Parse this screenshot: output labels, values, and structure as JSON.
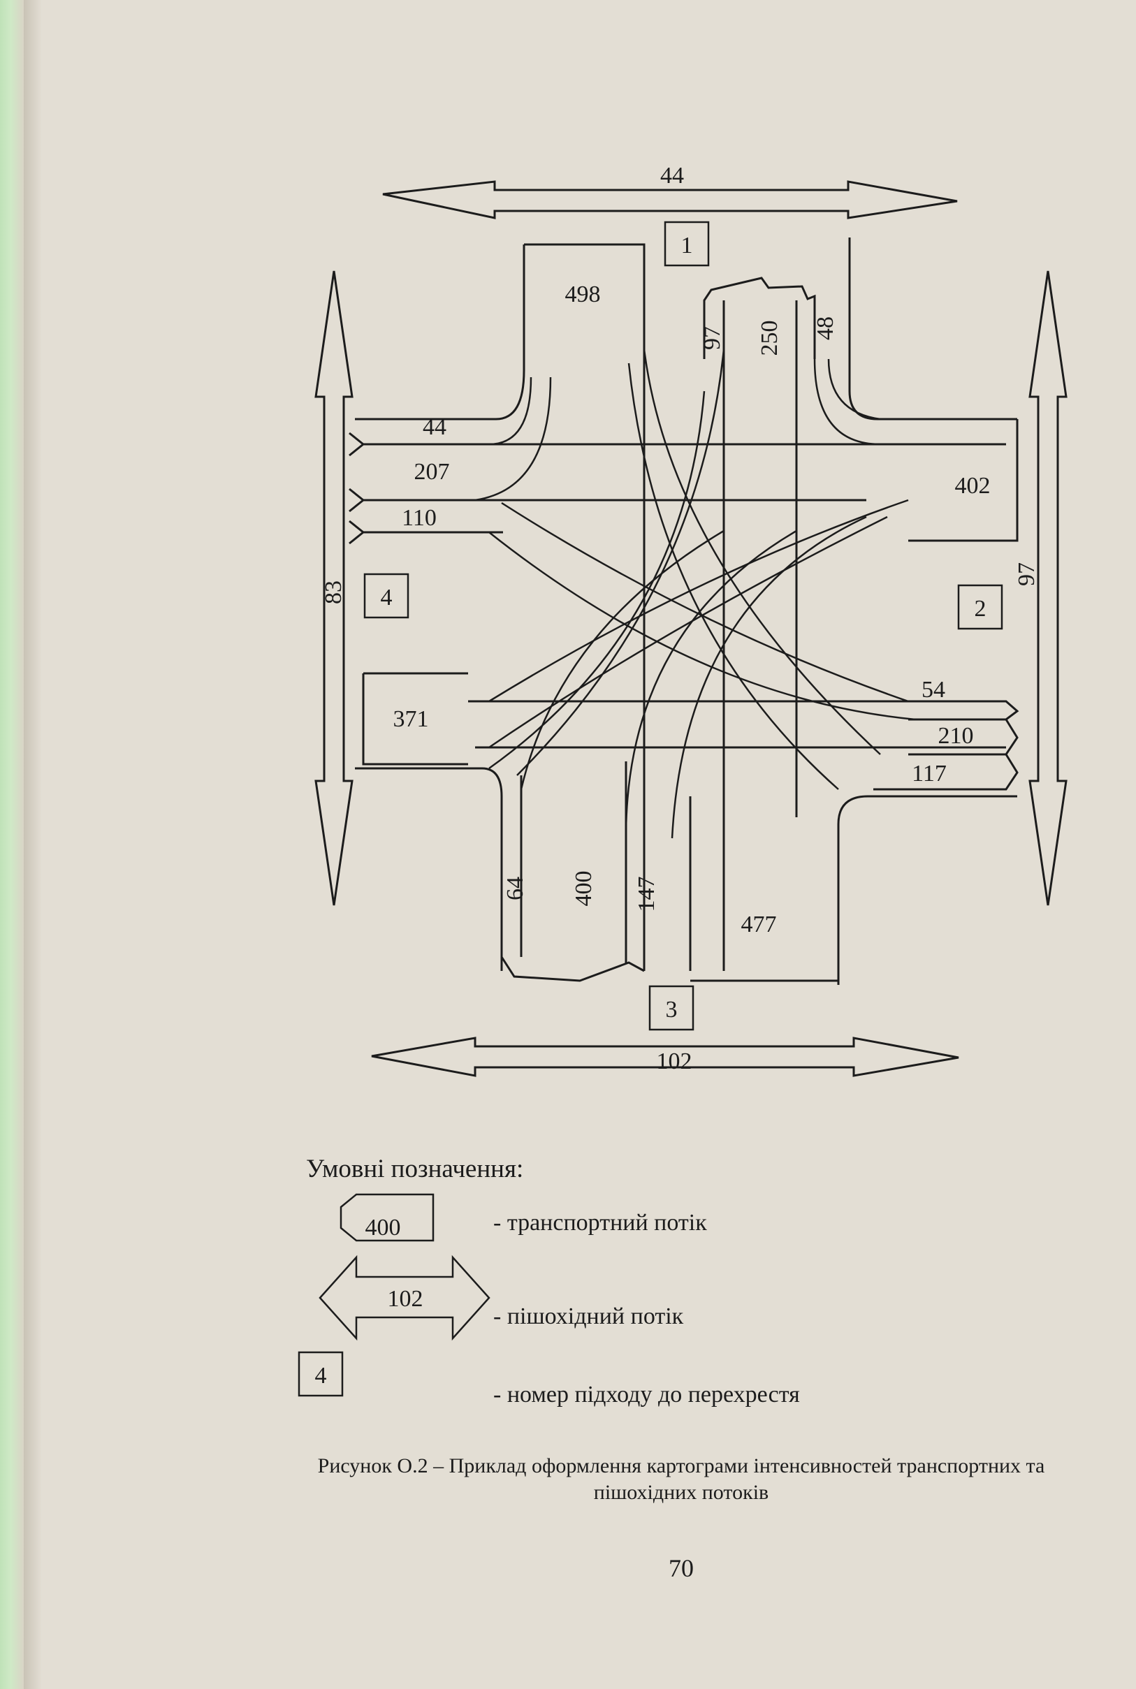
{
  "diagram": {
    "top_pedestrian_flow": "44",
    "bottom_pedestrian_flow": "102",
    "left_pedestrian_flow": "83",
    "right_pedestrian_flow": "97",
    "approach_1": "1",
    "approach_2": "2",
    "approach_3": "3",
    "approach_4": "4",
    "north_entry_flow": "498",
    "north_exit_left": "97",
    "north_exit_straight": "250",
    "north_exit_right": "48",
    "west_exit_top": "44",
    "west_exit_middle": "207",
    "west_exit_bottom": "110",
    "west_entry_flow": "371",
    "east_entry_flow": "402",
    "east_exit_top": "54",
    "east_exit_middle": "210",
    "east_exit_bottom": "117",
    "south_exit_left": "64",
    "south_exit_middle": "400",
    "south_exit_right": "147",
    "south_entry_flow": "477"
  },
  "legend": {
    "title": "Умовні позначення:",
    "transport_sample": "400",
    "transport_label": "- транспортний потік",
    "pedestrian_sample": "102",
    "pedestrian_label": "- пішохідний потік",
    "approach_sample": "4",
    "approach_label": "- номер підходу до перехрестя"
  },
  "caption": {
    "line1": "Рисунок О.2 – Приклад оформлення картограми інтенсивностей транспортних та",
    "line2": "пішохідних потоків"
  },
  "page_number": "70"
}
